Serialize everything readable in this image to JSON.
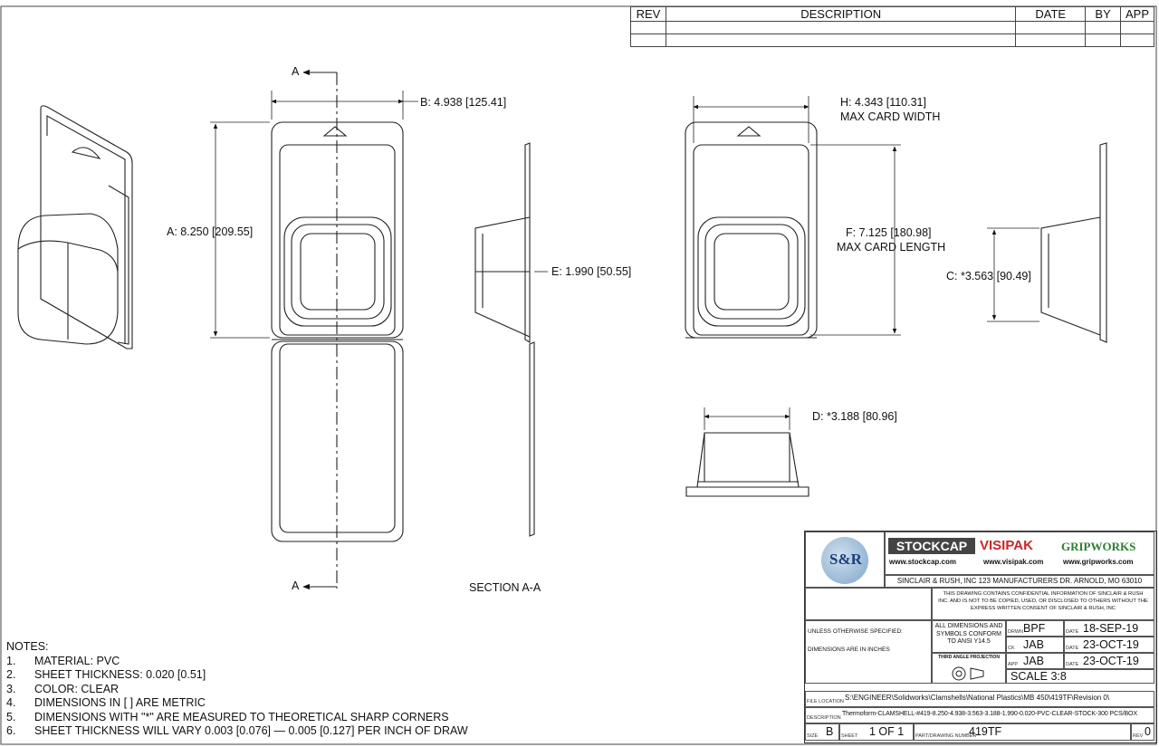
{
  "revision_table": {
    "headers": [
      "REV",
      "DESCRIPTION",
      "DATE",
      "BY",
      "APP"
    ]
  },
  "dimensions": {
    "b": "B: 4.938 [125.41]",
    "a": "A: 8.250 [209.55]",
    "e": "E: 1.990 [50.55]",
    "h": "H: 4.343 [110.31]",
    "h_sub": "MAX CARD WIDTH",
    "f": "F: 7.125 [180.98]",
    "f_sub": "MAX CARD LENGTH",
    "c": "C: *3.563 [90.49]",
    "d": "D: *3.188 [80.96]",
    "section_mark_top": "A",
    "section_mark_bottom": "A",
    "section_label": "SECTION A-A"
  },
  "notes": {
    "title": "NOTES:",
    "items": [
      {
        "num": "1.",
        "text": "MATERIAL: PVC"
      },
      {
        "num": "2.",
        "text": "SHEET THICKNESS: 0.020 [0.51]"
      },
      {
        "num": "3.",
        "text": "COLOR: CLEAR"
      },
      {
        "num": "4.",
        "text": "DIMENSIONS IN [ ] ARE METRIC"
      },
      {
        "num": "5.",
        "text": "DIMENSIONS WITH \"*\" ARE MEASURED TO THEORETICAL SHARP CORNERS"
      },
      {
        "num": "6.",
        "text": "SHEET THICKNESS WILL VARY 0.003 [0.076] — 0.005 [0.127] PER INCH OF DRAW"
      }
    ]
  },
  "title_block": {
    "logo_text": "S&R",
    "brands": [
      {
        "name": "STOCKCAP",
        "url": "www.stockcap.com"
      },
      {
        "name": "VISIPAK",
        "url": "www.visipak.com"
      },
      {
        "name": "GRIPWORKS",
        "url": "www.gripworks.com"
      }
    ],
    "company_address": "SINCLAIR & RUSH, INC 123 MANUFACTURERS DR. ARNOLD, MO 63010",
    "confidential": "THIS DRAWING CONTAINS CONFIDENTIAL INFORMATION OF SINCLAIR & RUSH INC. AND IS NOT TO BE COPIED, USED, OR DISCLOSED TO OTHERS WITHOUT THE EXPRESS WRITTEN CONSENT OF SINCLAIR & RUSH, INC",
    "unless_specified": "UNLESS OTHERWISE SPECIFIED:",
    "dims_in_inches": "DIMENSIONS ARE IN INCHES",
    "ansi_note": "ALL DIMENSIONS AND SYMBOLS CONFORM TO ANSI Y14.5",
    "projection": "THIRD ANGLE PROJECTION",
    "drawn_label": "DRWN",
    "drawn_by": "BPF",
    "drawn_date": "18-SEP-19",
    "checked_label": "CK",
    "checked_by": "JAB",
    "checked_date": "23-OCT-19",
    "approved_label": "APP",
    "approved_by": "JAB",
    "approved_date": "23-OCT-19",
    "date_label": "DATE",
    "scale": "SCALE 3:8",
    "file_location_label": "FILE LOCATION",
    "file_location": "S:\\ENGINEER\\Solidworks\\Clamshells\\National Plastics\\MB 450\\419TF\\Revision 0\\",
    "description_label": "DESCRIPTION",
    "description": "Thermoform-CLAMSHELL-#419-8.250-4.938-3.563-3.188-1.990-0.020-PVC-CLEAR-STOCK-300 PCS/BOX",
    "size_label": "SIZE",
    "size": "B",
    "sheet_label": "SHEET",
    "sheet": "1 OF 1",
    "part_label": "PART/DRAWING NUMBER",
    "part_number": "419TF",
    "rev_label": "REV",
    "rev": "0"
  }
}
